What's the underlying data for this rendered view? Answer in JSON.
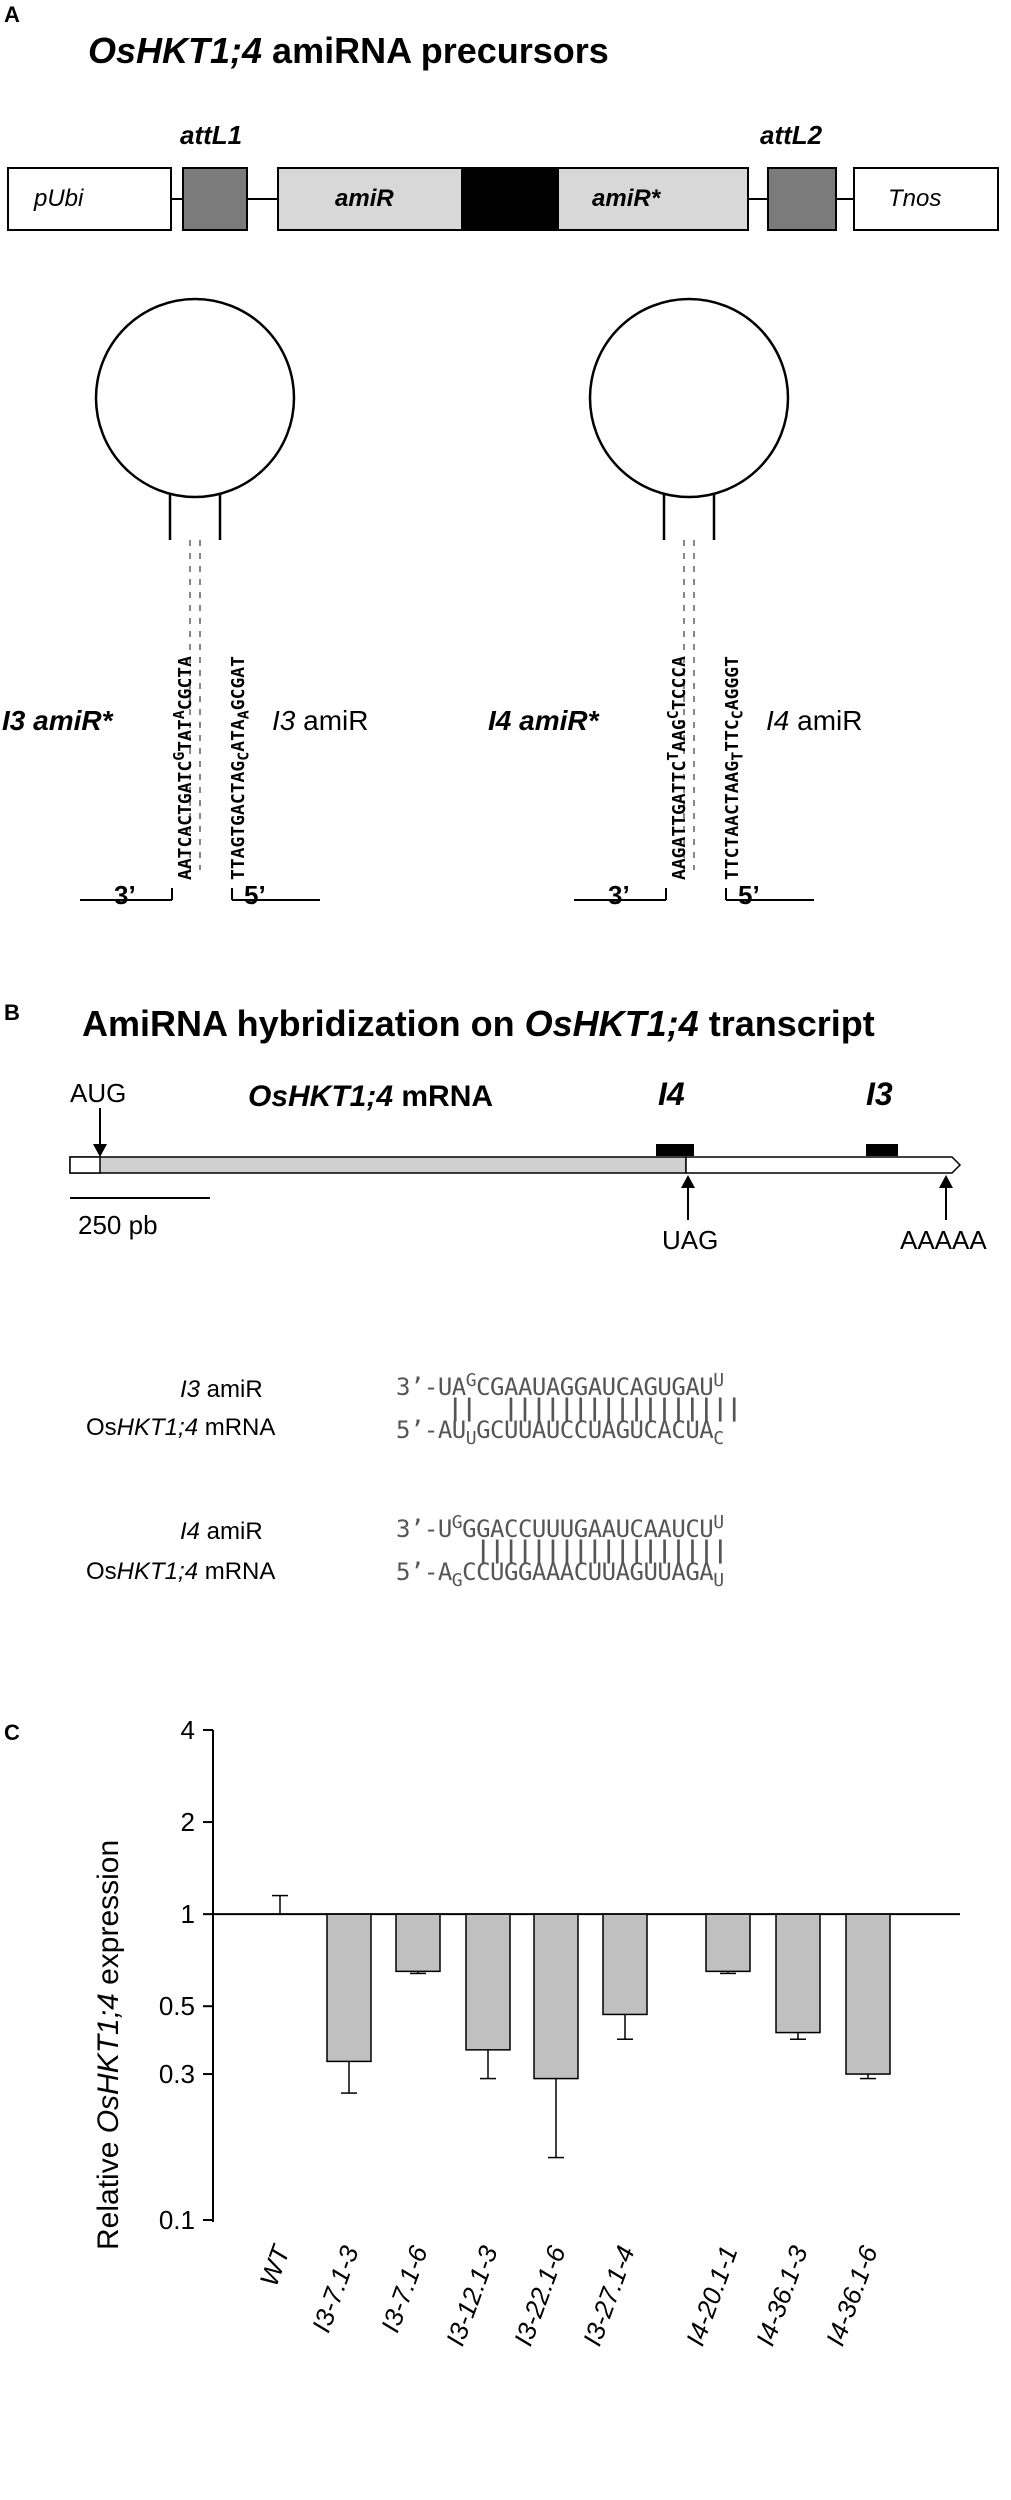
{
  "panel_a": {
    "letter": "A",
    "title_gene": "OsHKT1;4",
    "title_rest": " amiRNA precursors",
    "construct": {
      "pubi": "pUbi",
      "attl1": "attL1",
      "amir": "amiR",
      "amir_star": "amiR*",
      "attl2": "attL2",
      "tnos": "Tnos"
    },
    "hairpin_i3": {
      "left_name": "I3",
      "left_suffix": " amiR*",
      "right_name": "I3",
      "right_suffix": " amiR",
      "left_seq": "AATCACTGATC",
      "left_bulge": "G",
      "left_top": "TAT",
      "left_top_bulge": "A",
      "left_end": "CGCTA",
      "right_seq": "TTAGTGACTAG",
      "right_bulge": "C",
      "right_top": "ATA",
      "right_top_bulge": "A",
      "right_end": "GCGAT",
      "end_3": "3’",
      "end_5": "5’"
    },
    "hairpin_i4": {
      "left_name": "I4",
      "left_suffix": " amiR*",
      "right_name": "I4",
      "right_suffix": " amiR",
      "left_seq": "AAGATTGATTC",
      "left_bulge": "T",
      "left_top": "AAG",
      "left_top_bulge": "C",
      "left_end": "TCCCA",
      "right_seq": "TTCTAACTAAG",
      "right_bulge": "T",
      "right_top": "TTC",
      "right_top_bulge": "C",
      "right_end": "AGGGT",
      "end_3": "3’",
      "end_5": "5’"
    }
  },
  "panel_b": {
    "letter": "B",
    "title_pre": "AmiRNA hybridization on ",
    "title_gene": "OsHKT1;4",
    "title_post": " transcript",
    "aug": "AUG",
    "mrna_gene": "OsHKT1;4",
    "mrna_rest": " mRNA",
    "site_i4": "I4",
    "site_i3": "I3",
    "uag": "UAG",
    "polya": "AAAAA",
    "scale": "250 pb",
    "i3_amir_name": "I3",
    "i3_amir_rest": " amiR",
    "i3_mrna_pre": "Os",
    "i3_mrna_gene": "HKT1;4",
    "i3_mrna_rest": " mRNA",
    "i3_top_seq": "3’-UA",
    "i3_top_sup": "G",
    "i3_top_main": "CGAAUAGGAUCAGUGAU",
    "i3_top_end": "U",
    "i3_bars": "||  |||||||||||||||||",
    "i3_bot_seq": "5’-AU",
    "i3_bot_sub": "U",
    "i3_bot_main": "GCUUAUCCUAGUCACUA",
    "i3_bot_end": "C",
    "i4_amir_name": "I4",
    "i4_amir_rest": " amiR",
    "i4_mrna_pre": "Os",
    "i4_mrna_gene": "HKT1;4",
    "i4_mrna_rest": " mRNA",
    "i4_top_seq": "3’-U",
    "i4_top_sup": "G",
    "i4_top_main": "GGACCUUUGAAUCAAUCU",
    "i4_top_end": "U",
    "i4_bars": "||||||||||||||||||",
    "i4_bot_seq": "5’-A",
    "i4_bot_sub": "G",
    "i4_bot_main": "CCUGGAAACUUAGUUAGA",
    "i4_bot_end": "U"
  },
  "panel_c": {
    "letter": "C",
    "ylabel_pre": "Relative ",
    "ylabel_gene": "OsHKT1;4",
    "ylabel_post": " expression"
  },
  "chart_data": {
    "type": "bar",
    "categories": [
      "WT",
      "I3-7.1-3",
      "I3-7.1-6",
      "I3-12.1-3",
      "I3-22.1-6",
      "I3-27.1-4",
      "I4-20.1-1",
      "I4-36.1-3",
      "I4-36.1-6"
    ],
    "values": [
      1.0,
      0.33,
      0.65,
      0.36,
      0.29,
      0.47,
      0.65,
      0.41,
      0.3
    ],
    "errors": [
      0.15,
      0.07,
      0.01,
      0.07,
      0.13,
      0.08,
      0.01,
      0.02,
      0.01
    ],
    "xlabel": "",
    "ylabel": "Relative OsHKT1;4 expression",
    "yscale": "log2",
    "ylim": [
      0.1,
      4
    ],
    "yticks": [
      0.1,
      0.3,
      0.5,
      1,
      2,
      4
    ],
    "ytick_labels": [
      "0.1",
      "0.3",
      "0.5",
      "1",
      "2",
      "4"
    ],
    "bar_color": "#c0c0c0",
    "grid": false
  }
}
